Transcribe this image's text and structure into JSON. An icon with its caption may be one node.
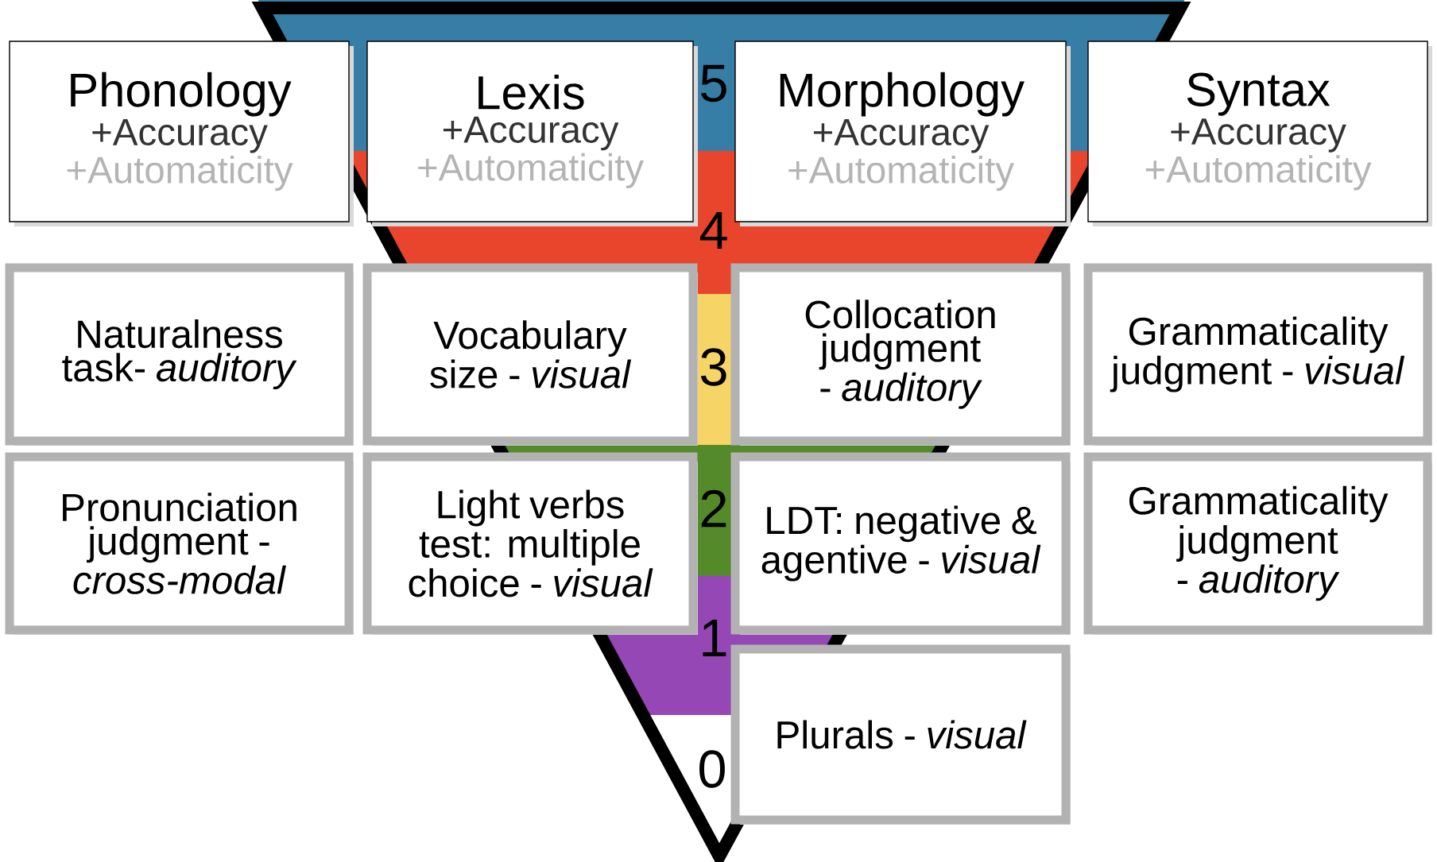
{
  "diagram": {
    "nodes": [
      {
        "text": [
          "Phonology",
          "+Accuracy",
          "+Automaticity"
        ]
      },
      {
        "text": [
          "Lexis",
          "+Accuracy",
          "+Automaticity"
        ]
      },
      {
        "text": [
          "Morphology",
          "+Accuracy",
          "+Automaticity"
        ]
      },
      {
        "text": [
          "Syntax",
          "+Accuracy",
          "+Automaticity"
        ]
      },
      {
        "text": [
          "Naturalness task- *auditory*"
        ]
      },
      {
        "text": [
          "Vocabulary size - *visual*"
        ]
      },
      {
        "text": [
          "Collocation judgment - *auditory*"
        ]
      },
      {
        "text": [
          "Grammaticality judgment - *visual*"
        ]
      },
      {
        "text": [
          "Pronunciation judgment - *cross-modal*"
        ]
      },
      {
        "text": [
          "Light verbs test: multiple choice - *visual*"
        ]
      },
      {
        "text": [
          "LDT: negative & agentive - *visual*"
        ]
      },
      {
        "text": [
          "Grammaticality judgment - *auditory*"
        ]
      },
      {
        "text": [
          "Plurals - *visual*"
        ]
      }
    ],
    "labels": [
      "5",
      "4",
      "3",
      "2",
      "1",
      "0"
    ]
  }
}
